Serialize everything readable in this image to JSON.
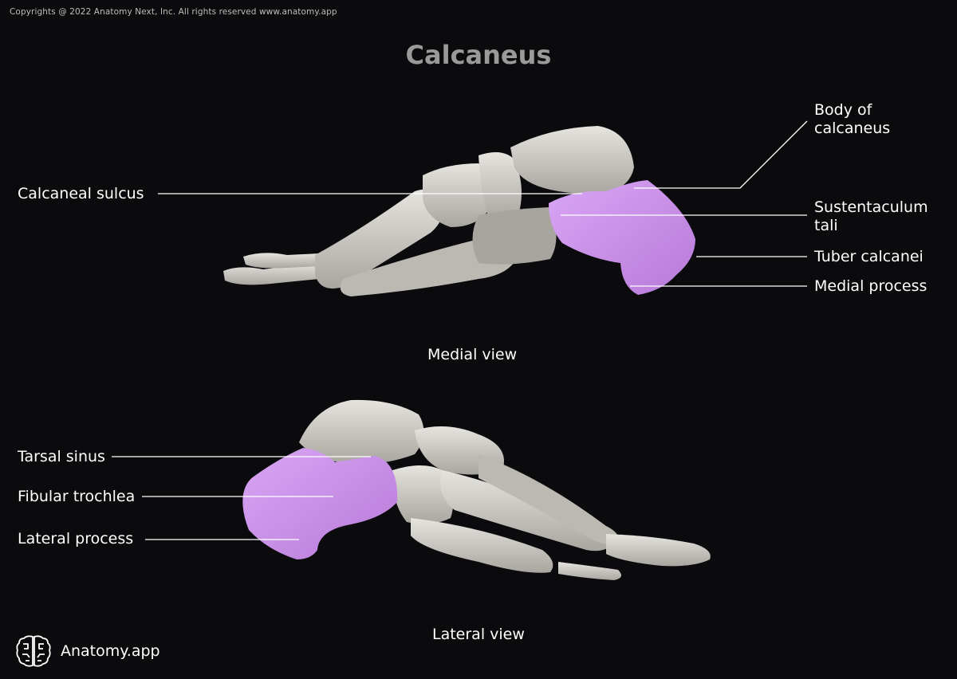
{
  "copyright": "Copyrights @ 2022 Anatomy Next, Inc. All rights reserved www.anatomy.app",
  "title": "Calcaneus",
  "medial": {
    "view_label": "Medial view",
    "labels": {
      "calcaneal_sulcus": "Calcaneal sulcus",
      "body_of_calcaneus_1": "Body of",
      "body_of_calcaneus_2": "calcaneus",
      "sustentaculum_tali_1": "Sustentaculum",
      "sustentaculum_tali_2": "tali",
      "tuber_calcanei": "Tuber calcanei",
      "medial_process": "Medial process"
    }
  },
  "lateral": {
    "view_label": "Lateral view",
    "labels": {
      "tarsal_sinus": "Tarsal sinus",
      "fibular_trochlea": "Fibular trochlea",
      "lateral_process": "Lateral process"
    }
  },
  "brand": {
    "name": "Anatomy.app",
    "logo_icon": "brain-icon"
  },
  "colors": {
    "background": "#0b0b0d",
    "bone": "#d9d6d0",
    "calcaneus": "#c88ee8",
    "title": "#9a9a9a"
  }
}
